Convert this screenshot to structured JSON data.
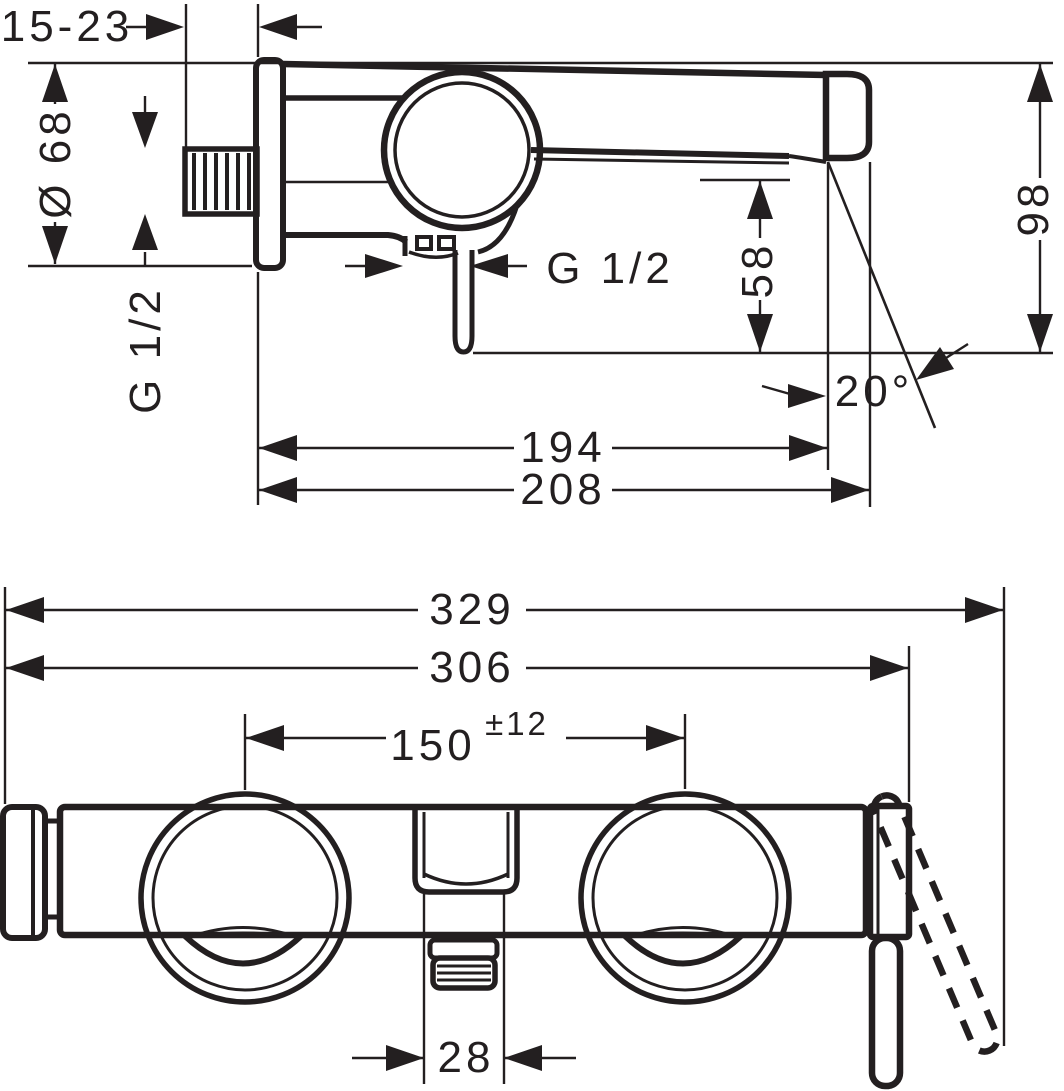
{
  "drawing": {
    "kind": "faucet installation dimension drawing",
    "views": {
      "top": "side view (wall mounted mixer with spout)",
      "bottom": "front/underside view"
    },
    "line_color": "#231f20",
    "background": "#ffffff"
  },
  "dims": {
    "wall_depth": "15-23",
    "escutcheon_dia": "Ø 68",
    "wall_thread": "G 1/2",
    "outlet_thread": "G 1/2",
    "spout_drop": "58",
    "body_height": "98",
    "lever_angle": "20°",
    "wall_to_pivot": "194",
    "wall_to_spout_tip": "208",
    "total_width": "329",
    "body_width": "306",
    "connection_centers": "150",
    "connection_tolerance": "±12",
    "outlet_width": "28"
  }
}
